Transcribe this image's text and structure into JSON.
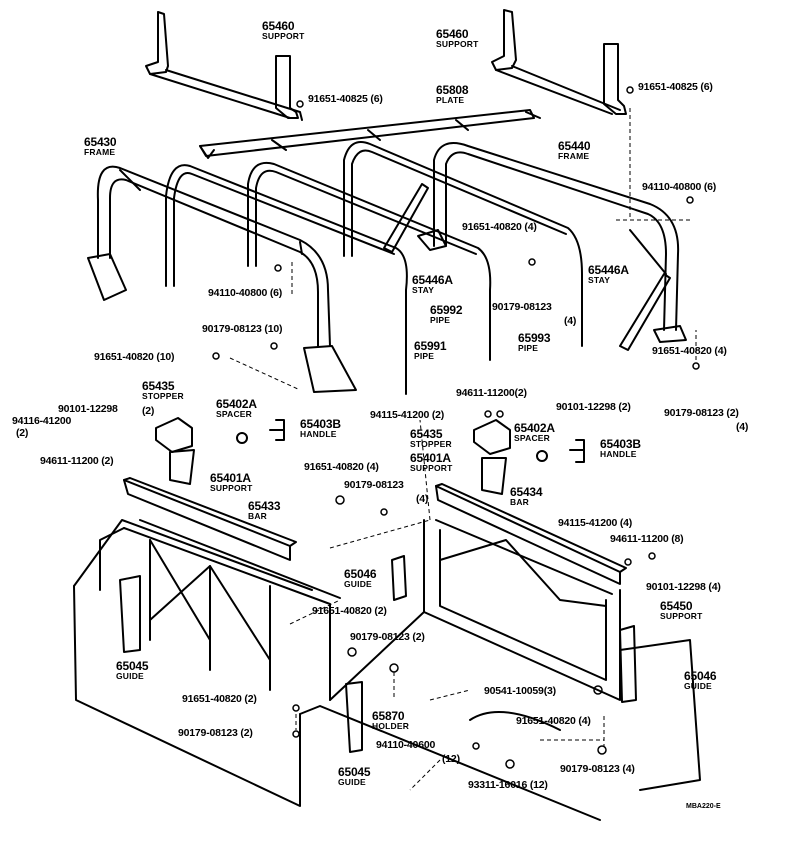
{
  "labels": {
    "support_65460_left": {
      "part": "65460",
      "name": "SUPPORT"
    },
    "support_65460_right": {
      "part": "65460",
      "name": "SUPPORT"
    },
    "bolt_91651_40825_left": "91651-40825 (6)",
    "bolt_91651_40825_right": "91651-40825 (6)",
    "plate_65808": {
      "part": "65808",
      "name": "PLATE"
    },
    "frame_65430": {
      "part": "65430",
      "name": "FRAME"
    },
    "frame_65440": {
      "part": "65440",
      "name": "FRAME"
    },
    "bolt_94110_40800_right": "94110-40800 (6)",
    "bolt_91651_40820_upper": "91651-40820 (4)",
    "stay_65446a_center": {
      "part": "65446A",
      "name": "STAY"
    },
    "stay_65446a_right": {
      "part": "65446A",
      "name": "STAY"
    },
    "bolt_94110_40800_left": "94110-40800 (6)",
    "washer_90179_08123_pipe": "90179-08123",
    "washer_90179_08123_pipe_qty": "(4)",
    "pipe_65992": {
      "part": "65992",
      "name": "PIPE"
    },
    "pipe_65993": {
      "part": "65993",
      "name": "PIPE"
    },
    "washer_90179_08123_10": "90179-08123 (10)",
    "bolt_91651_40820_10": "91651-40820 (10)",
    "pipe_65991": {
      "part": "65991",
      "name": "PIPE"
    },
    "bolt_91651_40820_right_4": "91651-40820 (4)",
    "washer_90179_08123_right": "90179-08123 (2)",
    "washer_90179_08123_right_qty": "(4)",
    "nut_94611_11200_center": "94611-11200(2)",
    "stopper_65435_left": {
      "part": "65435",
      "name": "STOPPER"
    },
    "stopper_65435_left_qty": "(2)",
    "pin_90101_12298_left": "90101-12298",
    "bolt_94116_41200": "94116-41200",
    "bolt_94116_41200_qty": "(2)",
    "nut_94611_11200_left": "94611-11200 (2)",
    "spacer_65402a_left": {
      "part": "65402A",
      "name": "SPACER"
    },
    "handle_65403b_left": {
      "part": "65403B",
      "name": "HANDLE"
    },
    "support_65401a_left": {
      "part": "65401A",
      "name": "SUPPORT"
    },
    "bolt_94115_41200_center": "94115-41200 (2)",
    "pin_90101_12298_center": "90101-12298 (2)",
    "stopper_65435_right": {
      "part": "65435",
      "name": "STOPPER"
    },
    "spacer_65402a_right": {
      "part": "65402A",
      "name": "SPACER"
    },
    "support_65401a_right": {
      "part": "65401A",
      "name": "SUPPORT"
    },
    "handle_65403b_right": {
      "part": "65403B",
      "name": "HANDLE"
    },
    "bolt_91651_40820_mid": "91651-40820 (4)",
    "washer_90179_08123_mid": "90179-08123",
    "washer_90179_08123_mid_qty": "(4)",
    "bar_65433": {
      "part": "65433",
      "name": "BAR"
    },
    "bar_65434": {
      "part": "65434",
      "name": "BAR"
    },
    "bolt_94115_41200_right": "94115-41200 (4)",
    "nut_94611_11200_right": "94611-11200 (8)",
    "pin_90101_12298_right": "90101-12298 (4)",
    "guide_65046_center": {
      "part": "65046",
      "name": "GUIDE"
    },
    "support_65450": {
      "part": "65450",
      "name": "SUPPORT"
    },
    "bolt_91651_40820_bed": "91651-40820 (2)",
    "washer_90179_08123_bed": "90179-08123 (2)",
    "guide_65045_left": {
      "part": "65045",
      "name": "GUIDE"
    },
    "guide_65046_right": {
      "part": "65046",
      "name": "GUIDE"
    },
    "nut_90541_10059": "90541-10059(3)",
    "bolt_91651_40820_bottom_left": "91651-40820 (2)",
    "holder_65870": {
      "part": "65870",
      "name": "HOLDER"
    },
    "bolt_91651_40820_bottom_right": "91651-40820 (4)",
    "washer_90179_08123_bottom_left": "90179-08123 (2)",
    "bolt_94110_40600": "94110-40600",
    "bolt_94110_40600_qty": "(12)",
    "guide_65045_bottom": {
      "part": "65045",
      "name": "GUIDE"
    },
    "washer_90179_08123_bottom_right": "90179-08123 (4)",
    "screw_93311_16016": "93311-16016 (12)"
  },
  "figure_code": "MBA220-E"
}
